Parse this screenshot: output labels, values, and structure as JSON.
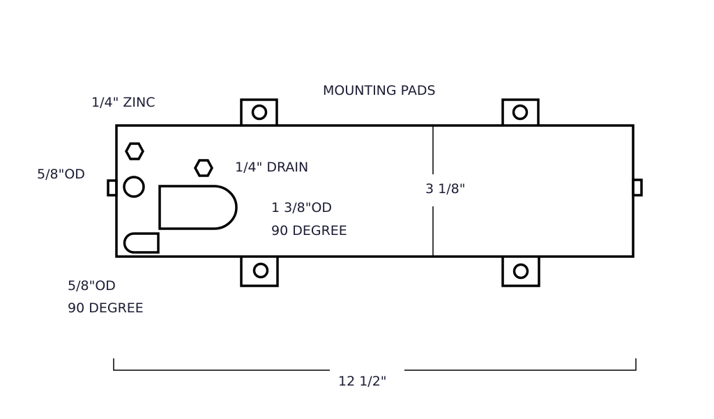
{
  "labels": {
    "mounting_pads": "MOUNTING PADS",
    "zinc": "1/4\" ZINC",
    "inlet_od": "5/8\"OD",
    "drain": "1/4\" DRAIN",
    "width": "3 1/8\"",
    "large_elbow_od": "1 3/8\"OD",
    "large_elbow_angle": "90 DEGREE",
    "small_elbow_od": "5/8\"OD",
    "small_elbow_angle": "90 DEGREE",
    "length": "12 1/2\""
  }
}
